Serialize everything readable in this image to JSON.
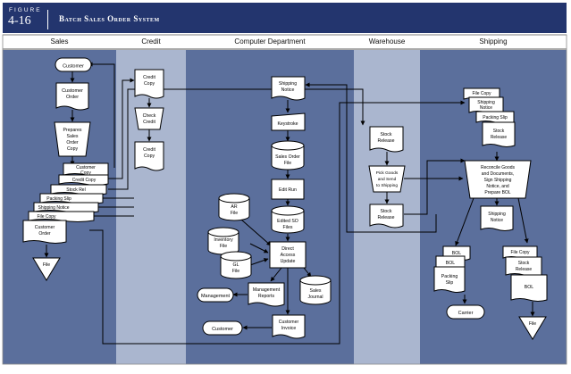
{
  "figure": {
    "label": "FIGURE",
    "number": "4-16",
    "title": "Batch Sales Order System"
  },
  "columns": [
    "Sales",
    "Credit",
    "Computer Department",
    "Warehouse",
    "Shipping"
  ],
  "colors": {
    "banner": "#23356e",
    "dark_lane": "#5b6f9c",
    "light_lane": "#aab6cf",
    "line": "#000000",
    "shape_fill": "#ffffff"
  },
  "nodes": {
    "sales_customer": "Customer",
    "customer_order": "Customer Order",
    "prepares_copy": "Prepares Sales Order Copy",
    "sales_customer_copy": "Customer Copy",
    "sales_credit_copy": "Credit Copy",
    "sales_stock_rel": "Stock Rel",
    "sales_packing_slip": "Packing Slip",
    "sales_shipping_notice": "Shipping Notice",
    "sales_file_copy": "File Copy",
    "sales_customer_order_copy": "Customer Order",
    "sales_file": "File",
    "credit_copy_in": "Credit Copy",
    "check_credit": "Check Credit",
    "credit_copy_out": "Credit Copy",
    "cd_shipping_notice": "Shipping Notice",
    "keystroke": "Keystroke",
    "sales_order_file": "Sales Order File",
    "edit_run": "Edit Run",
    "edited_so_files": "Edited SO Files",
    "ar_file": "AR File",
    "inventory_file": "Inventory File",
    "gl_file": "GL File",
    "direct_access_update": "Direct Access Update",
    "management": "Management",
    "management_reports": "Management Reports",
    "sales_journal": "Sales Journal",
    "cd_customer": "Customer",
    "customer_invoice": "Customer Invoice",
    "wh_stock_release_in": "Stock Release",
    "pick_goods": "Pick Goods and Send to Shipping",
    "wh_stock_release_out": "Stock Release",
    "sh_file_copy": "File Copy",
    "sh_shipping_notice": "Shipping Notice",
    "sh_packing_slip": "Packing Slip",
    "sh_stock_release": "Stock Release",
    "reconcile": "Reconcile Goods and Documents, Sign Shipping Notice, and Prepare BOL",
    "sh_shipping_notice_out": "Shipping Notice",
    "bol_1": "BOL",
    "bol_2": "BOL",
    "sh_packing_slip_out": "Packing Slip",
    "carrier": "Carrier",
    "sh_file_copy_out": "File Copy",
    "sh_stock_release_out": "Stock Release",
    "bol_3": "BOL",
    "sh_file": "File"
  }
}
